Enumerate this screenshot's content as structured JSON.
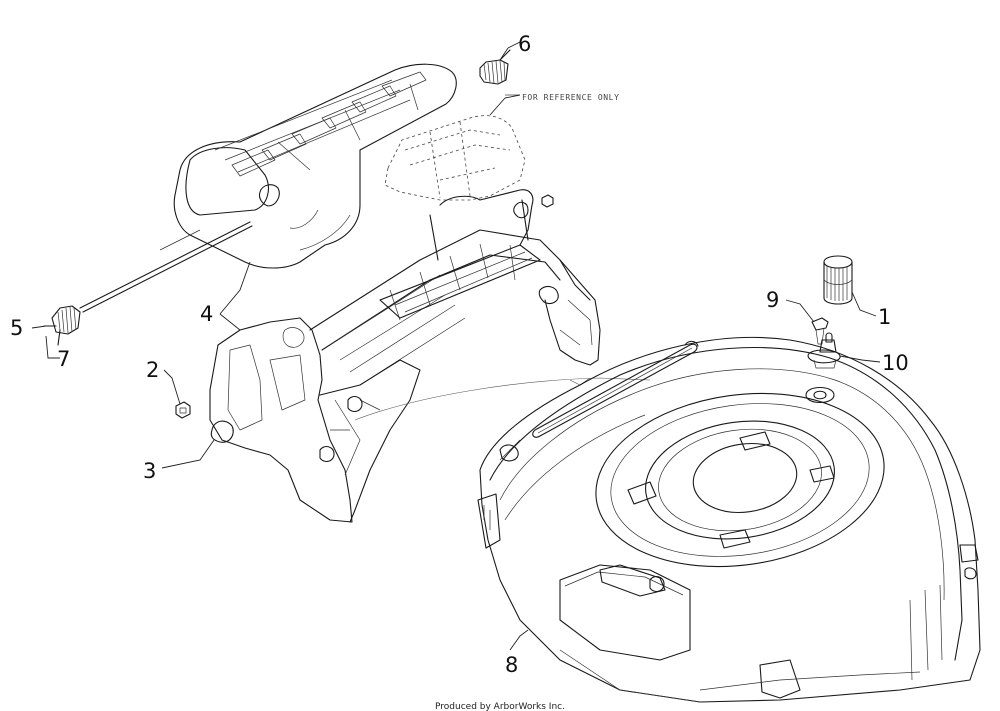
{
  "reference_note": "FOR REFERENCE ONLY",
  "footer": "Produced by ArborWorks Inc.",
  "callouts": [
    "1",
    "2",
    "3",
    "4",
    "5",
    "6",
    "7",
    "8",
    "9",
    "10"
  ],
  "colors": {
    "line": "#1a1a1a",
    "background": "#ffffff"
  }
}
